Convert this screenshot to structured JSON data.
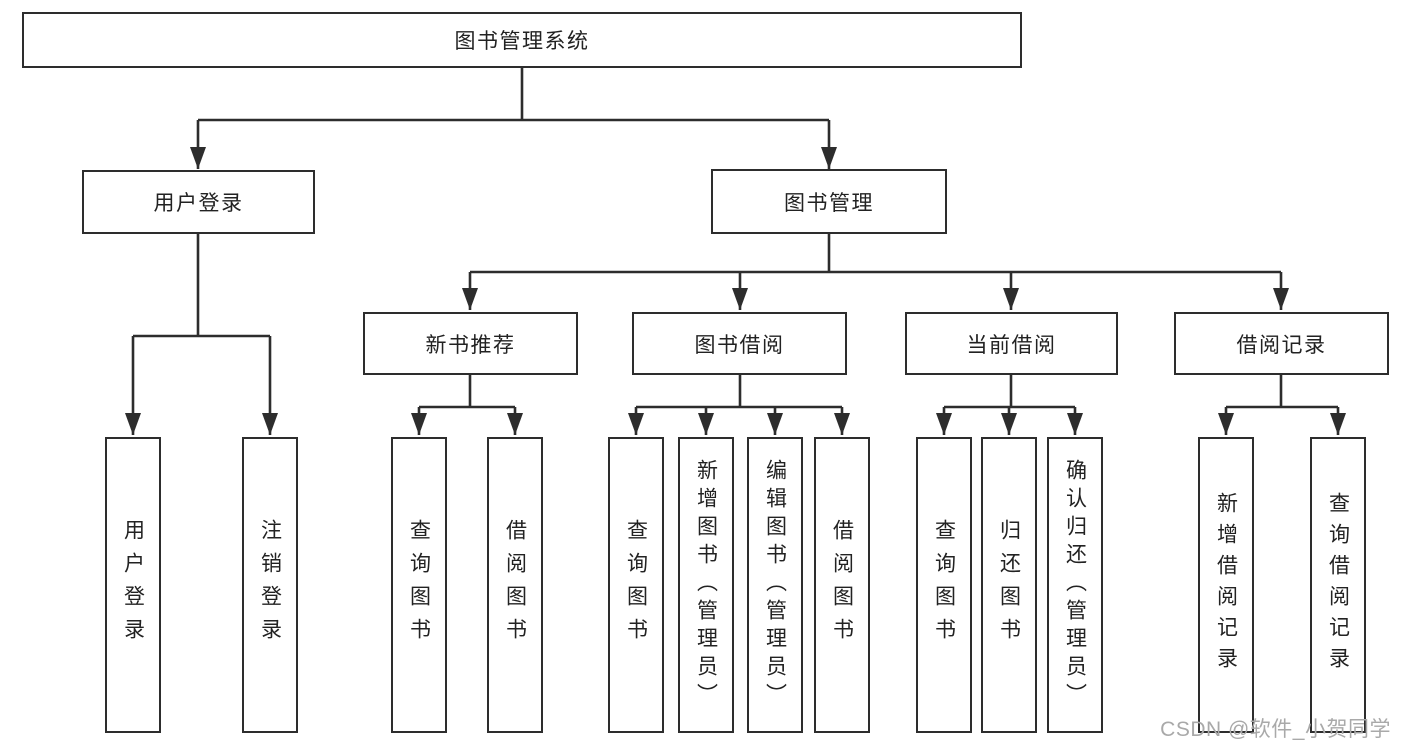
{
  "diagram": {
    "root": {
      "label": "图书管理系统"
    },
    "branches": [
      {
        "label": "用户登录",
        "children": [
          "用户登录",
          "注销登录"
        ]
      },
      {
        "label": "图书管理",
        "groups": [
          {
            "label": "新书推荐",
            "children": [
              "查询图书",
              "借阅图书"
            ]
          },
          {
            "label": "图书借阅",
            "children": [
              "查询图书",
              "新增图书（管理员）",
              "编辑图书（管理员）",
              "借阅图书"
            ]
          },
          {
            "label": "当前借阅",
            "children": [
              "查询图书",
              "归还图书",
              "确认归还（管理员）"
            ]
          },
          {
            "label": "借阅记录",
            "children": [
              "新增借阅记录",
              "查询借阅记录"
            ]
          }
        ]
      }
    ]
  },
  "watermark": "CSDN @软件_小贺同学",
  "colors": {
    "line": "#2d2d2d",
    "text": "#222222",
    "watermark": "#a9a9a9",
    "background": "#ffffff"
  }
}
